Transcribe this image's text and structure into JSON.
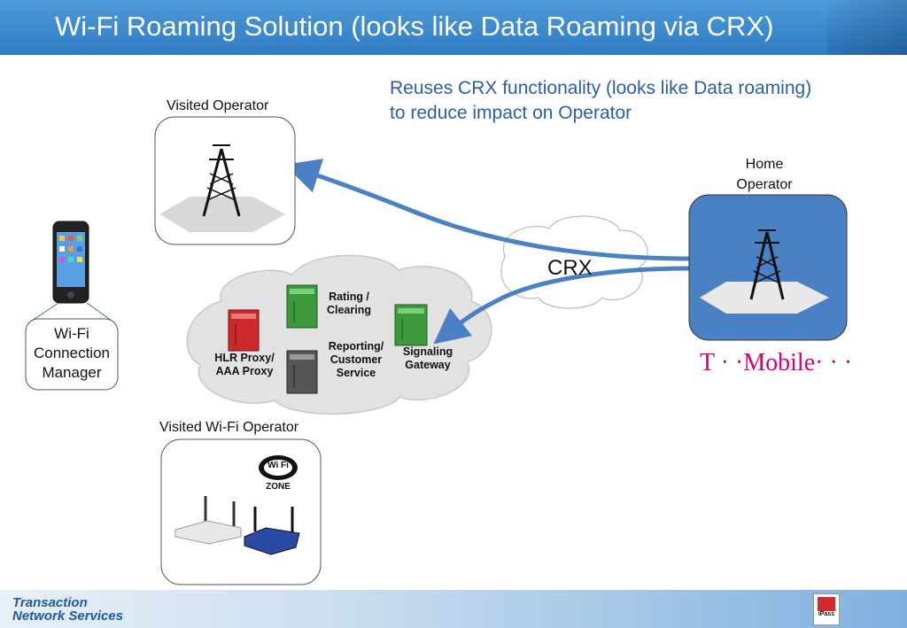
{
  "title": "Wi-Fi Roaming Solution (looks like Data Roaming via CRX)",
  "note": {
    "line1": "Reuses CRX functionality (looks like Data roaming)",
    "line2": "to reduce impact on Operator"
  },
  "visited_operator": {
    "label": "Visited Operator"
  },
  "home_operator": {
    "line1": "Home",
    "line2": "Operator",
    "brand": "T · ·Mobile· · ·"
  },
  "crx": {
    "label": "CRX"
  },
  "cloud": {
    "rating": {
      "line1": "Rating /",
      "line2": "Clearing"
    },
    "reporting": {
      "line1": "Reporting/",
      "line2": "Customer",
      "line3": "Service"
    },
    "signaling": {
      "line1": "Signaling",
      "line2": "Gateway"
    },
    "hlr": {
      "line1": "HLR Proxy/",
      "line2": "AAA Proxy"
    }
  },
  "wifi_manager": {
    "line1": "Wi-Fi",
    "line2": "Connection",
    "line3": "Manager"
  },
  "visited_wifi": {
    "label": "Visited Wi-Fi Operator",
    "badge_top": "Wi Fi",
    "badge_bottom": "ZONE"
  },
  "footer": {
    "logo_line1": "Transaction",
    "logo_line2": "Network Services",
    "ipass": "iPass"
  },
  "colors": {
    "accent": "#2f7cc4",
    "arrow": "#4a80c4",
    "home_box": "#4a80c4",
    "tmobile": "#d6007a"
  }
}
